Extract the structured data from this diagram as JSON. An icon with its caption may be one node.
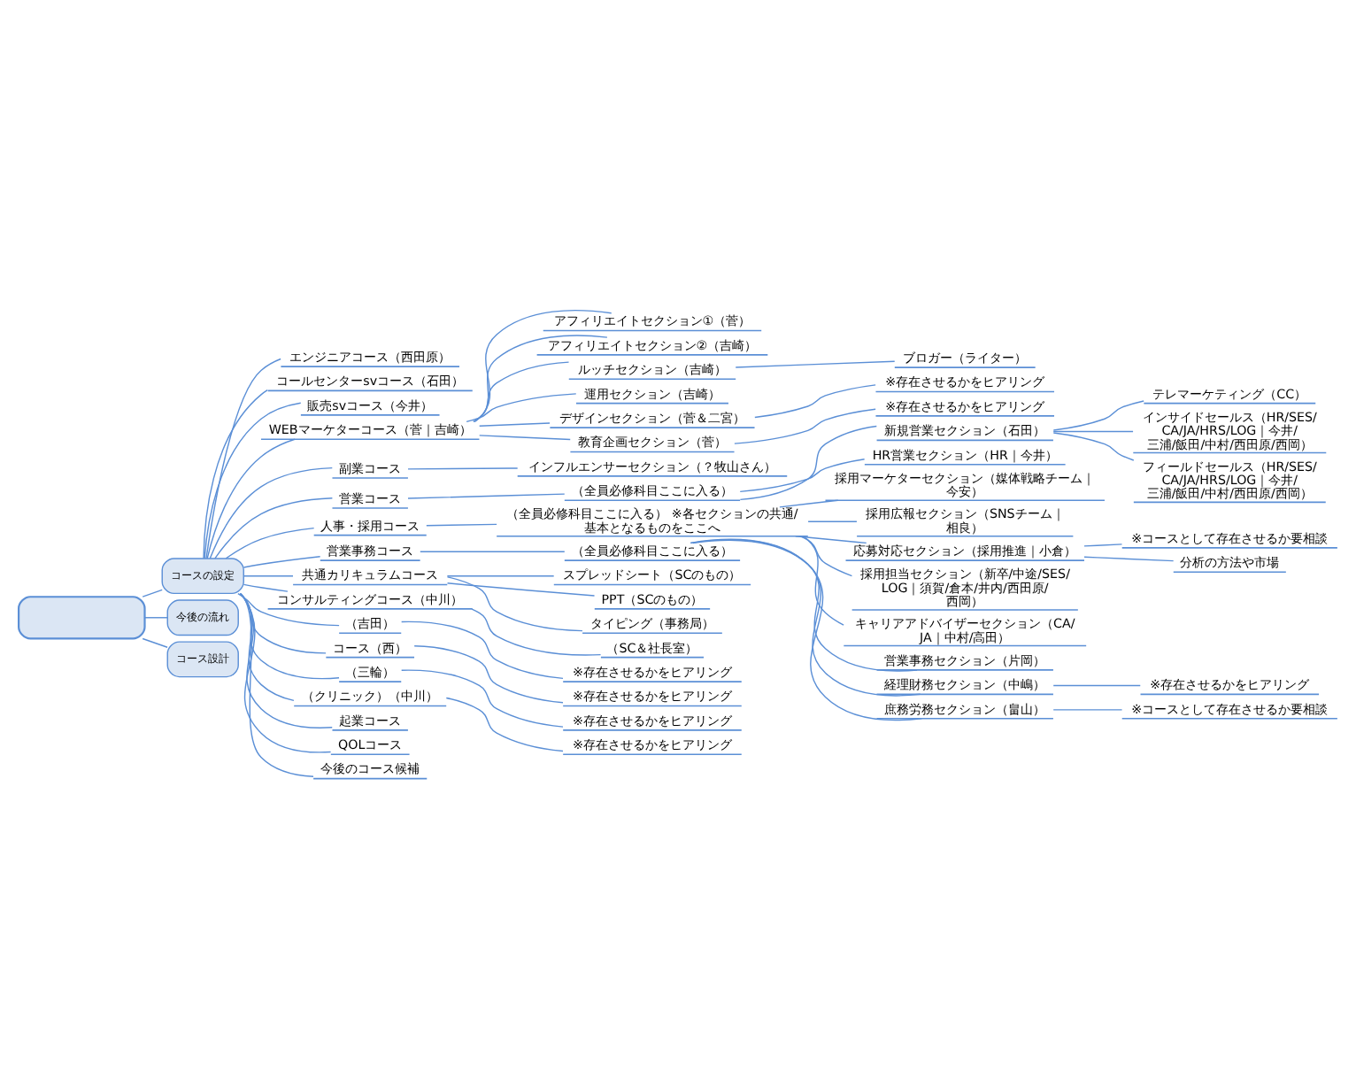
{
  "diagram": {
    "nodes": [
      {
        "text": [],
        "shape": "box"
      },
      {
        "text": [
          "コースの設定"
        ]
      },
      {
        "text": [
          "エンジニアコース（西田原）"
        ]
      },
      {
        "text": [
          "コールセンターsvコース（石田）"
        ]
      },
      {
        "text": [
          "販売svコース（今井）"
        ]
      },
      {
        "text": [
          "WEBマーケターコース（菅｜吉崎）"
        ]
      },
      {
        "text": [
          "アフィリエイトセクション①（菅）"
        ]
      },
      {
        "text": [
          "アフィリエイトセクション②（吉崎）"
        ]
      },
      {
        "text": [
          "ルッチセクション（吉崎）"
        ]
      },
      {
        "text": [
          "ブロガー（ライター）"
        ]
      },
      {
        "text": [
          "運用セクション（吉崎）"
        ]
      },
      {
        "text": [
          "デザインセクション（菅＆二宮）"
        ]
      },
      {
        "text": [
          "※存在させるかをヒアリング"
        ]
      },
      {
        "text": [
          "教育企画セクション（菅）"
        ]
      },
      {
        "text": [
          "※存在させるかをヒアリング"
        ]
      },
      {
        "text": [
          "副業コース"
        ]
      },
      {
        "text": [
          "インフルエンサーセクション（？牧山さん）"
        ]
      },
      {
        "text": [
          "営業コース"
        ]
      },
      {
        "text": [
          "（全員必修科目ここに入る）"
        ]
      },
      {
        "text": [
          "新規営業セクション（石田）"
        ]
      },
      {
        "text": [
          "テレマーケティング（CC）"
        ]
      },
      {
        "text": [
          "インサイドセールス（HR/SES/CA/JA/HRS/LOG｜今井/三浦/飯田/中村/西田原/西岡）"
        ]
      },
      {
        "text": [
          "フィールドセールス（HR/SES/CA/JA/HRS/LOG｜今井/三浦/飯田/中村/西田原/西岡）"
        ]
      },
      {
        "text": [
          "HR営業セクション（HR｜今井）"
        ]
      },
      {
        "text": [
          "人事・採用コース"
        ]
      },
      {
        "text": [
          "（全員必修科目ここに入る） ※各セクションの共通/基本となるものをここへ"
        ]
      },
      {
        "text": [
          "採用マーケターセクション（媒体戦略チーム｜今安）"
        ]
      },
      {
        "text": [
          "採用広報セクション（SNSチーム｜相良）"
        ]
      },
      {
        "text": [
          "応募対応セクション（採用推進｜小倉）"
        ]
      },
      {
        "text": [
          "※コースとして存在させるか要相談"
        ]
      },
      {
        "text": [
          "分析の方法や市場"
        ]
      },
      {
        "text": [
          "採用担当セクション（新卒/中途/SES/LOG｜須賀/倉本/井内/西田原/西岡）"
        ]
      },
      {
        "text": [
          "キャリアアドバイザーセクション（CA/JA｜中村/高田）"
        ]
      },
      {
        "text": [
          "営業事務コース"
        ]
      },
      {
        "text": [
          "（全員必修科目ここに入る）"
        ]
      },
      {
        "text": [
          "営業事務セクション（片岡）"
        ]
      },
      {
        "text": [
          "経理財務セクション（中嶋）"
        ]
      },
      {
        "text": [
          "※存在させるかをヒアリング"
        ]
      },
      {
        "text": [
          "庶務労務セクション（畠山）"
        ]
      },
      {
        "text": [
          "※コースとして存在させるか要相談"
        ]
      },
      {
        "text": [
          "共通カリキュラムコース"
        ]
      },
      {
        "text": [
          "スプレッドシート（SCのもの）"
        ]
      },
      {
        "text": [
          "PPT（SCのもの）"
        ]
      },
      {
        "text": [
          "タイピング（事務局）"
        ]
      },
      {
        "text": [
          "コンサルティングコース（中川）"
        ]
      },
      {
        "text": [
          "（SC＆社長室）"
        ]
      },
      {
        "text": [
          "（吉田）"
        ]
      },
      {
        "text": [
          "※存在させるかをヒアリング"
        ]
      },
      {
        "text": [
          "コース（西）"
        ]
      },
      {
        "text": [
          "※存在させるかをヒアリング"
        ]
      },
      {
        "text": [
          "（三輪）"
        ]
      },
      {
        "text": [
          "※存在させるかをヒアリング"
        ]
      },
      {
        "text": [
          "（クリニック）（中川）"
        ]
      },
      {
        "text": [
          "※存在させるかをヒアリング"
        ]
      },
      {
        "text": [
          "起業コース"
        ]
      },
      {
        "text": [
          "QOLコース"
        ]
      },
      {
        "text": [
          "今後のコース候補"
        ]
      },
      {
        "text": [
          "今後の流れ"
        ]
      },
      {
        "text": [
          "コース設計"
        ]
      }
    ],
    "edges": [
      {
        "from": 0,
        "to": 1,
        "arrow": "none"
      },
      {
        "from": 0,
        "to": 57,
        "arrow": "none"
      },
      {
        "from": 0,
        "to": 58,
        "arrow": "none"
      },
      {
        "from": 1,
        "to": 2,
        "arrow": "none"
      },
      {
        "from": 1,
        "to": 3,
        "arrow": "none"
      },
      {
        "from": 1,
        "to": 4,
        "arrow": "none"
      },
      {
        "from": 1,
        "to": 5,
        "arrow": "none"
      },
      {
        "from": 5,
        "to": 6,
        "arrow": "none"
      },
      {
        "from": 5,
        "to": 7,
        "arrow": "none"
      },
      {
        "from": 5,
        "to": 8,
        "arrow": "none"
      },
      {
        "from": 8,
        "to": 9,
        "arrow": "none"
      },
      {
        "from": 5,
        "to": 10,
        "arrow": "none"
      },
      {
        "from": 5,
        "to": 11,
        "arrow": "none"
      },
      {
        "from": 11,
        "to": 12,
        "arrow": "none"
      },
      {
        "from": 5,
        "to": 13,
        "arrow": "none"
      },
      {
        "from": 13,
        "to": 14,
        "arrow": "none"
      },
      {
        "from": 1,
        "to": 15,
        "arrow": "none"
      },
      {
        "from": 15,
        "to": 16,
        "arrow": "none"
      },
      {
        "from": 1,
        "to": 17,
        "arrow": "none"
      },
      {
        "from": 17,
        "to": 18,
        "arrow": "none"
      },
      {
        "from": 18,
        "to": 19,
        "arrow": "none"
      },
      {
        "from": 19,
        "to": 20,
        "arrow": "none"
      },
      {
        "from": 19,
        "to": 21,
        "arrow": "none"
      },
      {
        "from": 19,
        "to": 22,
        "arrow": "none"
      },
      {
        "from": 18,
        "to": 23,
        "arrow": "none"
      },
      {
        "from": 1,
        "to": 24,
        "arrow": "none"
      },
      {
        "from": 24,
        "to": 25,
        "arrow": "none"
      },
      {
        "from": 25,
        "to": 26,
        "arrow": "none"
      },
      {
        "from": 25,
        "to": 27,
        "arrow": "none"
      },
      {
        "from": 25,
        "to": 28,
        "arrow": "none"
      },
      {
        "from": 28,
        "to": 29,
        "arrow": "none"
      },
      {
        "from": 28,
        "to": 30,
        "arrow": "none"
      },
      {
        "from": 25,
        "to": 31,
        "arrow": "none"
      },
      {
        "from": 25,
        "to": 32,
        "arrow": "none"
      },
      {
        "from": 1,
        "to": 33,
        "arrow": "none"
      },
      {
        "from": 33,
        "to": 34,
        "arrow": "none"
      },
      {
        "from": 34,
        "to": 35,
        "arrow": "none"
      },
      {
        "from": 34,
        "to": 36,
        "arrow": "none"
      },
      {
        "from": 36,
        "to": 37,
        "arrow": "none"
      },
      {
        "from": 34,
        "to": 38,
        "arrow": "none"
      },
      {
        "from": 38,
        "to": 39,
        "arrow": "none"
      },
      {
        "from": 1,
        "to": 40,
        "arrow": "none"
      },
      {
        "from": 40,
        "to": 41,
        "arrow": "none"
      },
      {
        "from": 40,
        "to": 42,
        "arrow": "none"
      },
      {
        "from": 40,
        "to": 43,
        "arrow": "none"
      },
      {
        "from": 1,
        "to": 44,
        "arrow": "none"
      },
      {
        "from": 44,
        "to": 45,
        "arrow": "none"
      },
      {
        "from": 1,
        "to": 46,
        "arrow": "none"
      },
      {
        "from": 46,
        "to": 47,
        "arrow": "none"
      },
      {
        "from": 1,
        "to": 48,
        "arrow": "none"
      },
      {
        "from": 48,
        "to": 49,
        "arrow": "none"
      },
      {
        "from": 1,
        "to": 50,
        "arrow": "none"
      },
      {
        "from": 50,
        "to": 51,
        "arrow": "none"
      },
      {
        "from": 1,
        "to": 52,
        "arrow": "none"
      },
      {
        "from": 52,
        "to": 53,
        "arrow": "none"
      },
      {
        "from": 1,
        "to": 54,
        "arrow": "none"
      },
      {
        "from": 1,
        "to": 55,
        "arrow": "none"
      },
      {
        "from": 1,
        "to": 56,
        "arrow": "none"
      }
    ]
  }
}
